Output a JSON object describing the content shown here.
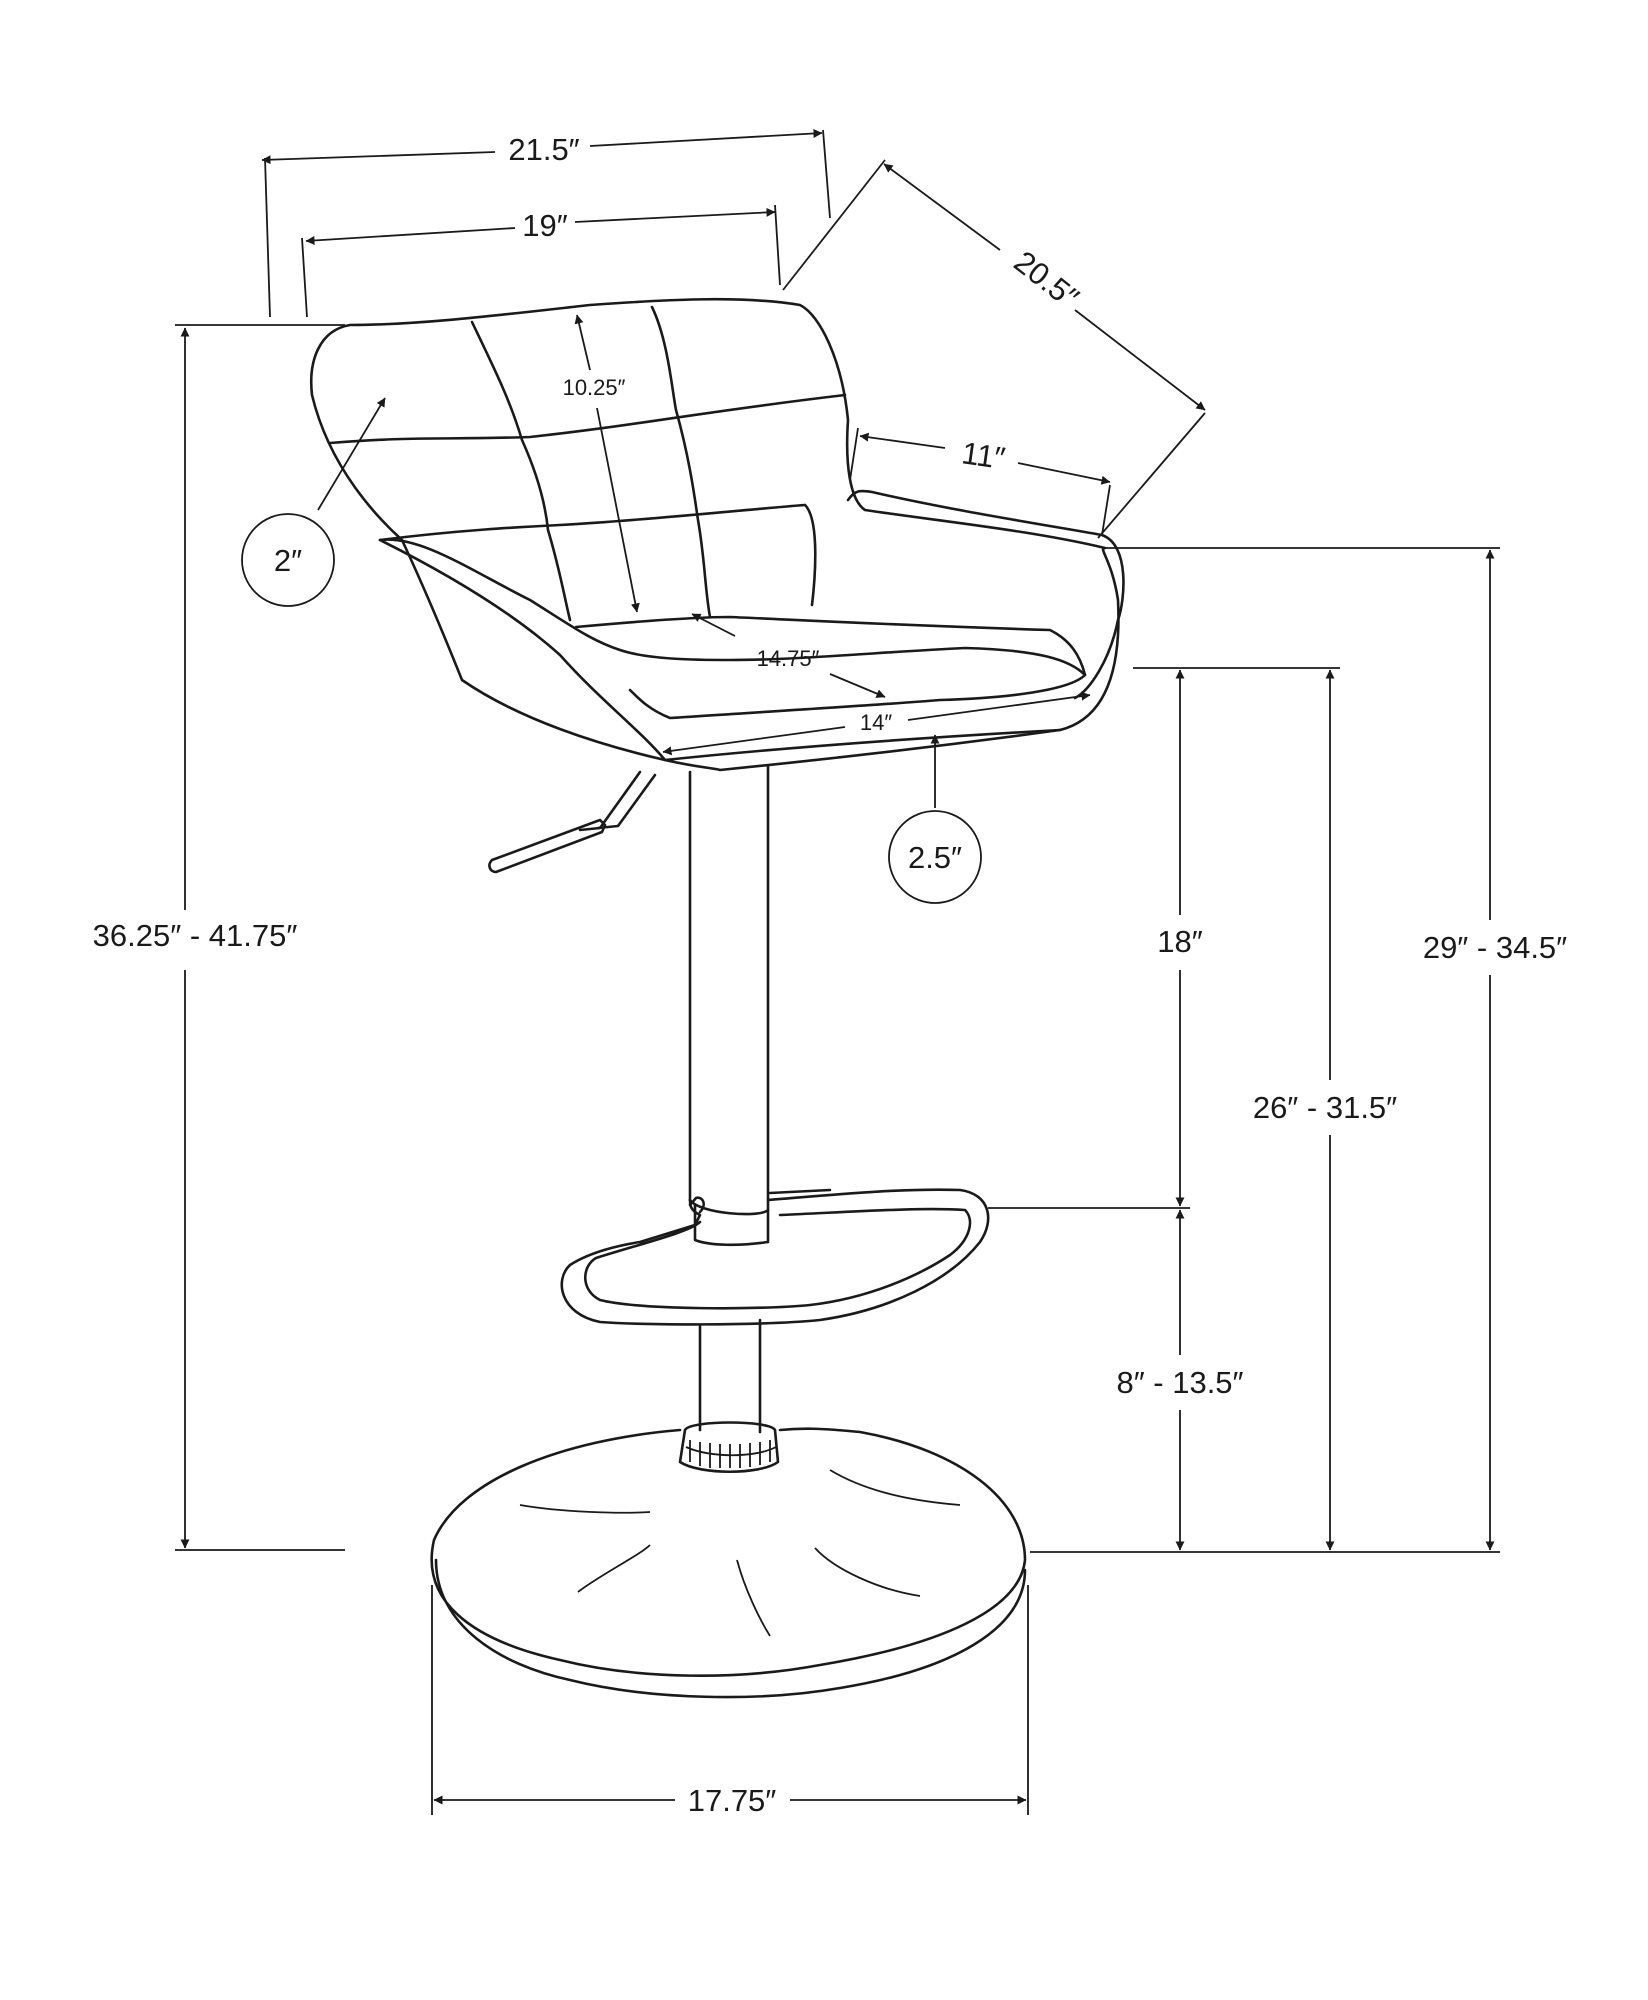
{
  "dimensions": {
    "overall_width": "21.5″",
    "back_width": "19″",
    "overall_depth": "20.5″",
    "back_height": "10.25″",
    "arm_length": "11″",
    "seat_depth": "14.75″",
    "seat_width": "14″",
    "arm_thickness": "2″",
    "seat_thickness": "2.5″",
    "overall_height": "36.25″ - 41.75″",
    "arm_height": "29″ - 34.5″",
    "seat_height": "26″ - 31.5″",
    "seat_to_footrest": "18″",
    "footrest_height": "8″ - 13.5″",
    "base_diameter": "17.75″"
  }
}
